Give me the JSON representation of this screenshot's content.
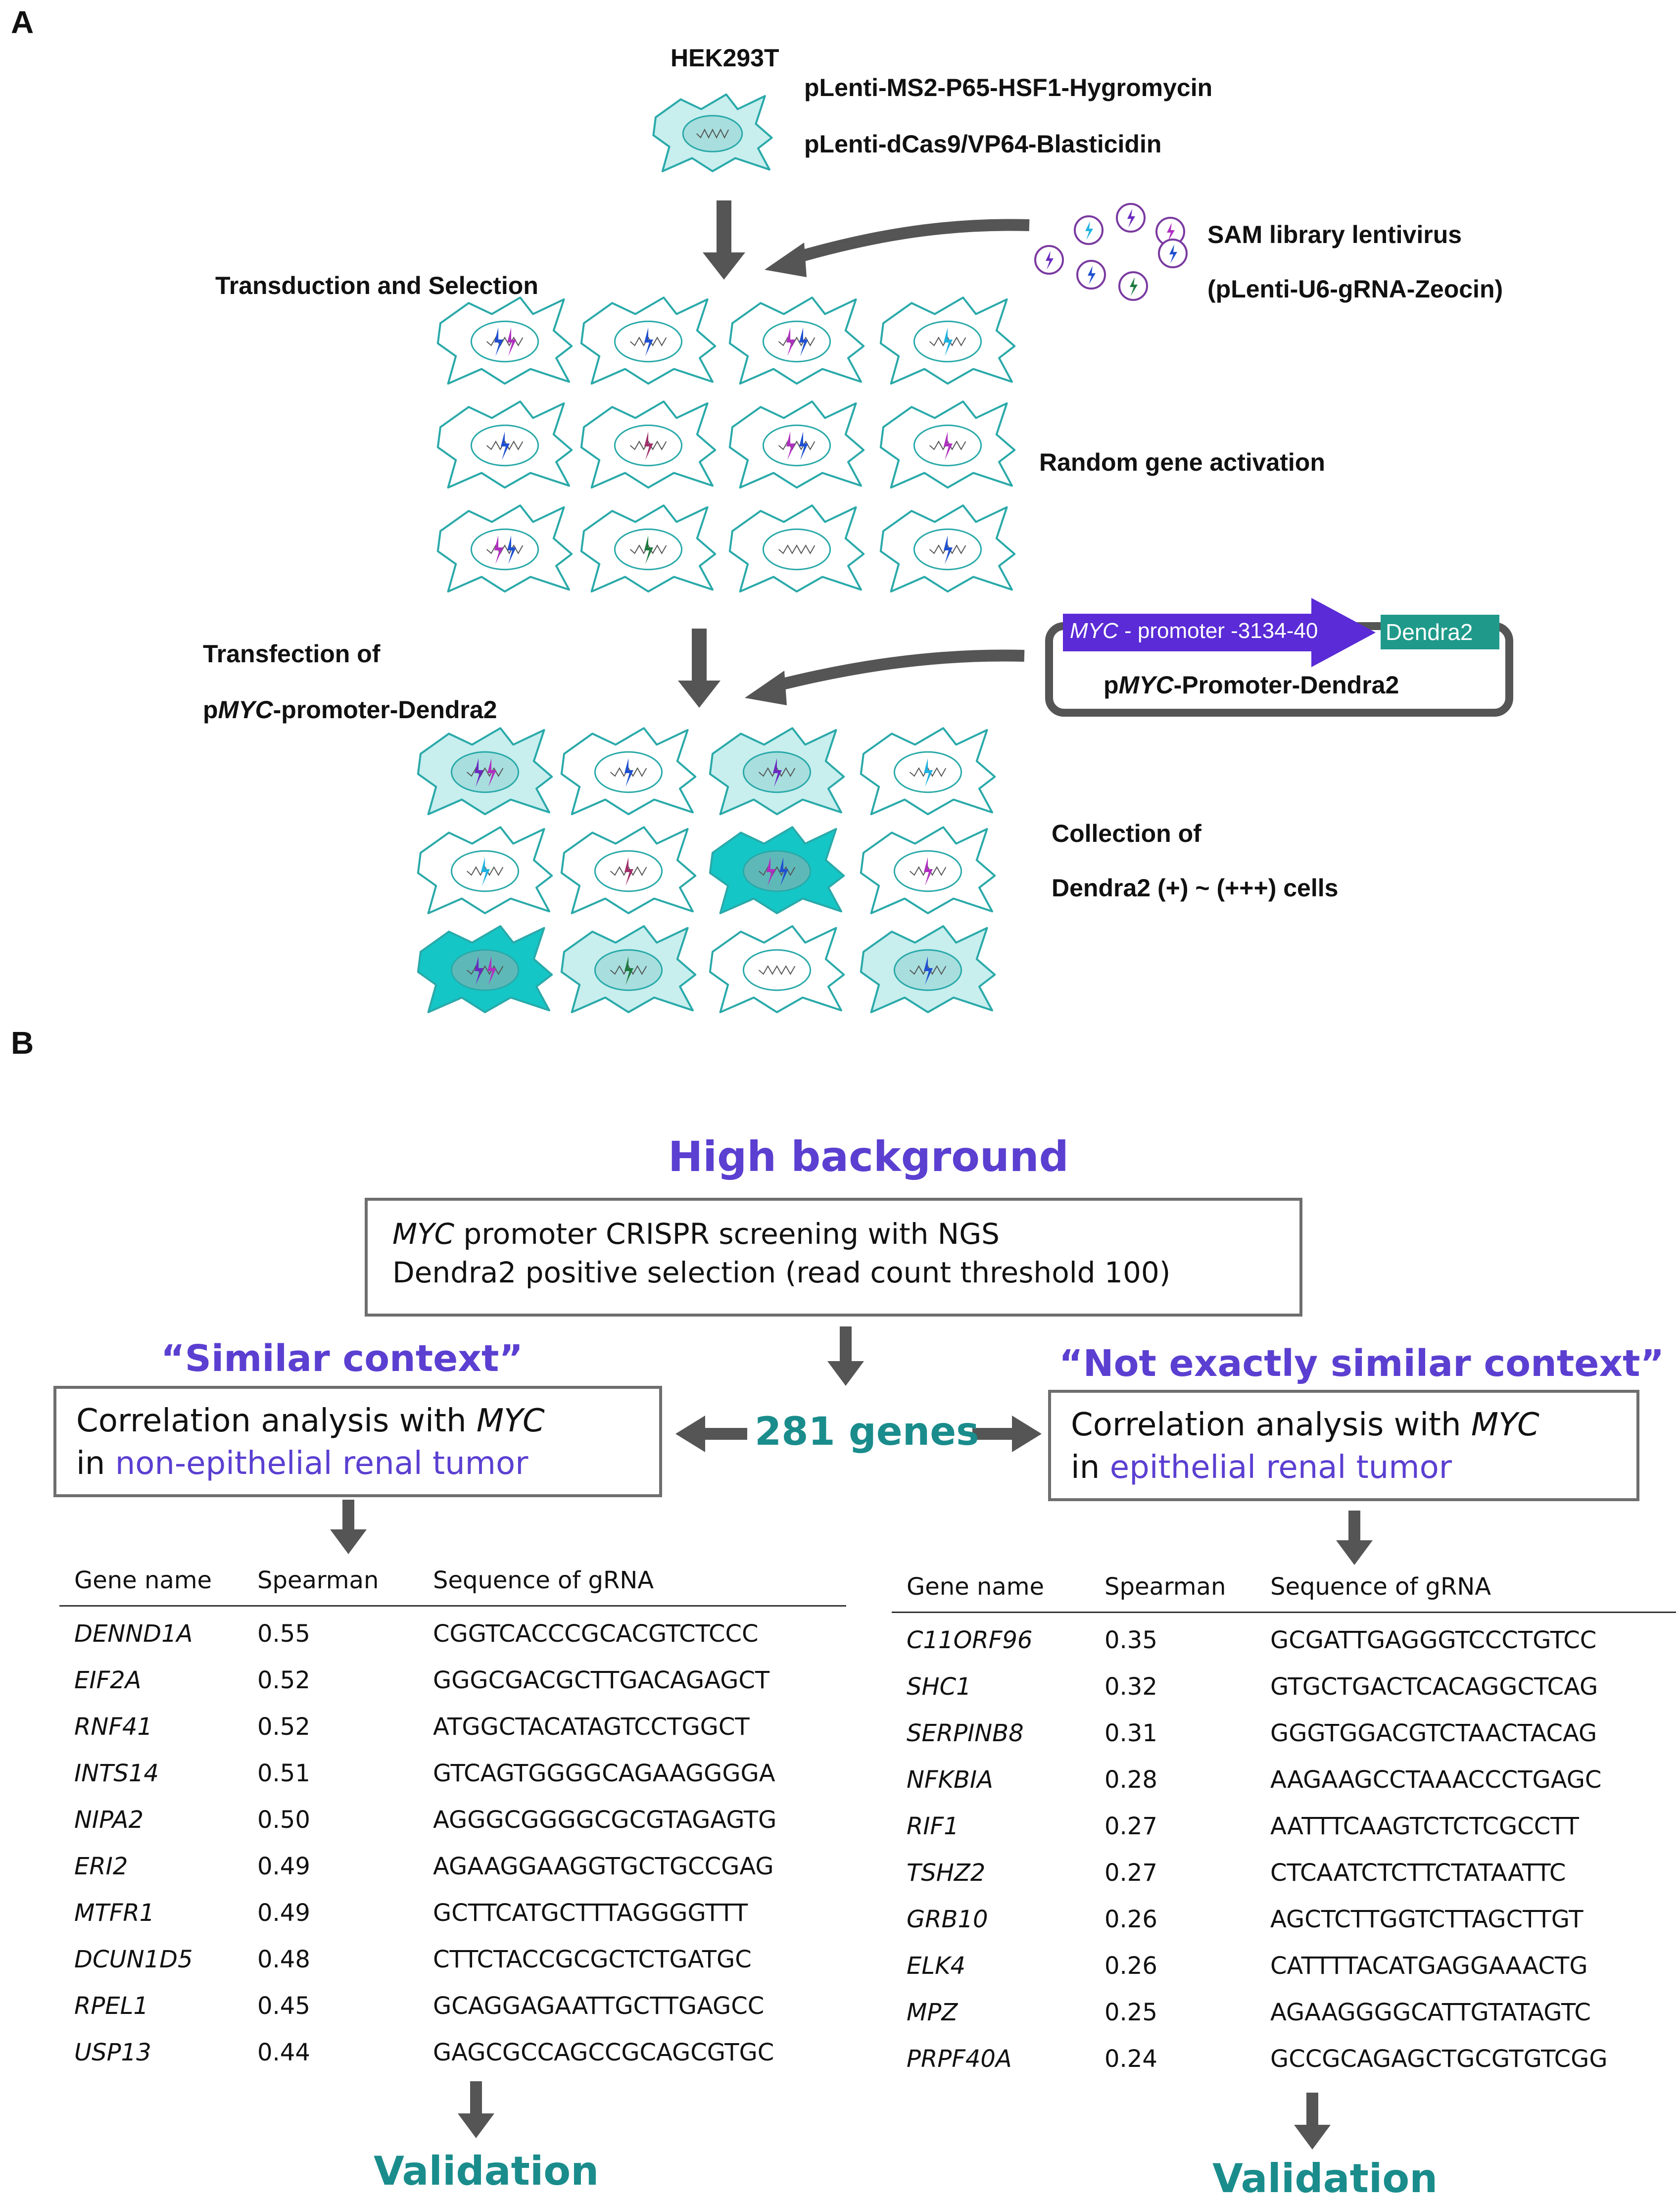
{
  "panel_a": {
    "letter": "A",
    "cell_line": "HEK293T",
    "plasmid1": "pLenti-MS2-P65-HSF1-Hygromycin",
    "plasmid2": "pLenti-dCas9/VP64-Blasticidin",
    "step_transduction": "Transduction and Selection",
    "library_line1": "SAM library lentivirus",
    "library_line2": "(pLenti-U6-gRNA-Zeocin)",
    "random_activation": "Random gene activation",
    "transfection_line1": "Transfection of",
    "transfection_line2_pre": "p",
    "transfection_line2_gene": "MYC",
    "transfection_line2_post": "-promoter-Dendra2",
    "construct_promoter_gene": "MYC",
    "construct_promoter_rest": " - promoter -3134-40",
    "construct_reporter": "Dendra2",
    "construct_name_pre": "p",
    "construct_name_gene": "MYC",
    "construct_name_post": "-Promoter-Dendra2",
    "collection_line1": "Collection of",
    "collection_line2": "Dendra2 (+) ~ (+++) cells"
  },
  "panel_b": {
    "letter": "B",
    "header": "High background",
    "screen_box_line1_gene": "MYC",
    "screen_box_line1_rest": " promoter CRISPR screening with NGS",
    "screen_box_line2": "Dendra2 positive selection (read count threshold 100)",
    "center_label": "281 genes",
    "left": {
      "context": "“Similar context”",
      "box_line1_pre": "Correlation analysis with ",
      "box_line1_gene": "MYC",
      "box_line2_pre": "in ",
      "box_line2_colored": "non-epithelial renal tumor",
      "validation": "Validation",
      "table": {
        "headers": [
          "Gene name",
          "Spearman",
          "Sequence of gRNA"
        ],
        "rows": [
          [
            "DENND1A",
            "0.55",
            "CGGTCACCCGCACGTCTCCC"
          ],
          [
            "EIF2A",
            "0.52",
            "GGGCGACGCTTGACAGAGCT"
          ],
          [
            "RNF41",
            "0.52",
            "ATGGCTACATAGTCCTGGCT"
          ],
          [
            "INTS14",
            "0.51",
            "GTCAGTGGGGCAGAAGGGGA"
          ],
          [
            "NIPA2",
            "0.50",
            "AGGGCGGGGCGCGTAGAGTG"
          ],
          [
            "ERI2",
            "0.49",
            "AGAAGGAAGGTGCTGCCGAG"
          ],
          [
            "MTFR1",
            "0.49",
            "GCTTCATGCTTTAGGGGTTT"
          ],
          [
            "DCUN1D5",
            "0.48",
            "CTTCTACCGCGCTCTGATGC"
          ],
          [
            "RPEL1",
            "0.45",
            "GCAGGAGAATTGCTTGAGCC"
          ],
          [
            "USP13",
            "0.44",
            "GAGCGCCAGCCGCAGCGTGC"
          ]
        ]
      }
    },
    "right": {
      "context": "“Not exactly similar context”",
      "box_line1_pre": "Correlation analysis with ",
      "box_line1_gene": "MYC",
      "box_line2_pre": "in ",
      "box_line2_colored": "epithelial renal tumor",
      "validation": "Validation",
      "table": {
        "headers": [
          "Gene name",
          "Spearman",
          "Sequence of gRNA"
        ],
        "rows": [
          [
            "C11ORF96",
            "0.35",
            "GCGATTGAGGGTCCCTGTCC"
          ],
          [
            "SHC1",
            "0.32",
            "GTGCTGACTCACAGGCTCAG"
          ],
          [
            "SERPINB8",
            "0.31",
            "GGGTGGACGTCTAACTACAG"
          ],
          [
            "NFKBIA",
            "0.28",
            "AAGAAGCCTAAACCCTGAGC"
          ],
          [
            "RIF1",
            "0.27",
            "AATTTCAAGTCTCTCGCCTT"
          ],
          [
            "TSHZ2",
            "0.27",
            "CTCAATCTCTTCTATAATTC"
          ],
          [
            "GRB10",
            "0.26",
            "AGCTCTTGGTCTTAGCTTGT"
          ],
          [
            "ELK4",
            "0.26",
            "CATTTTACATGAGGAAACTG"
          ],
          [
            "MPZ",
            "0.25",
            "AGAAGGGGCATTGTATAGTC"
          ],
          [
            "PRPF40A",
            "0.24",
            "GCCGCAGAGCTGCGTGTCGG"
          ]
        ]
      }
    }
  },
  "colors": {
    "cell_outline": "#2aa9a9",
    "cell_light": "#c8eeee",
    "cell_medium": "#7fd6d6",
    "cell_bright": "#14c6c6",
    "arrow_gray": "#555555",
    "promoter_purple": "#5a2bd6",
    "dendra_teal": "#1f9a8a",
    "header_purple": "#5b3fd1",
    "label_teal": "#1a8c8c"
  }
}
